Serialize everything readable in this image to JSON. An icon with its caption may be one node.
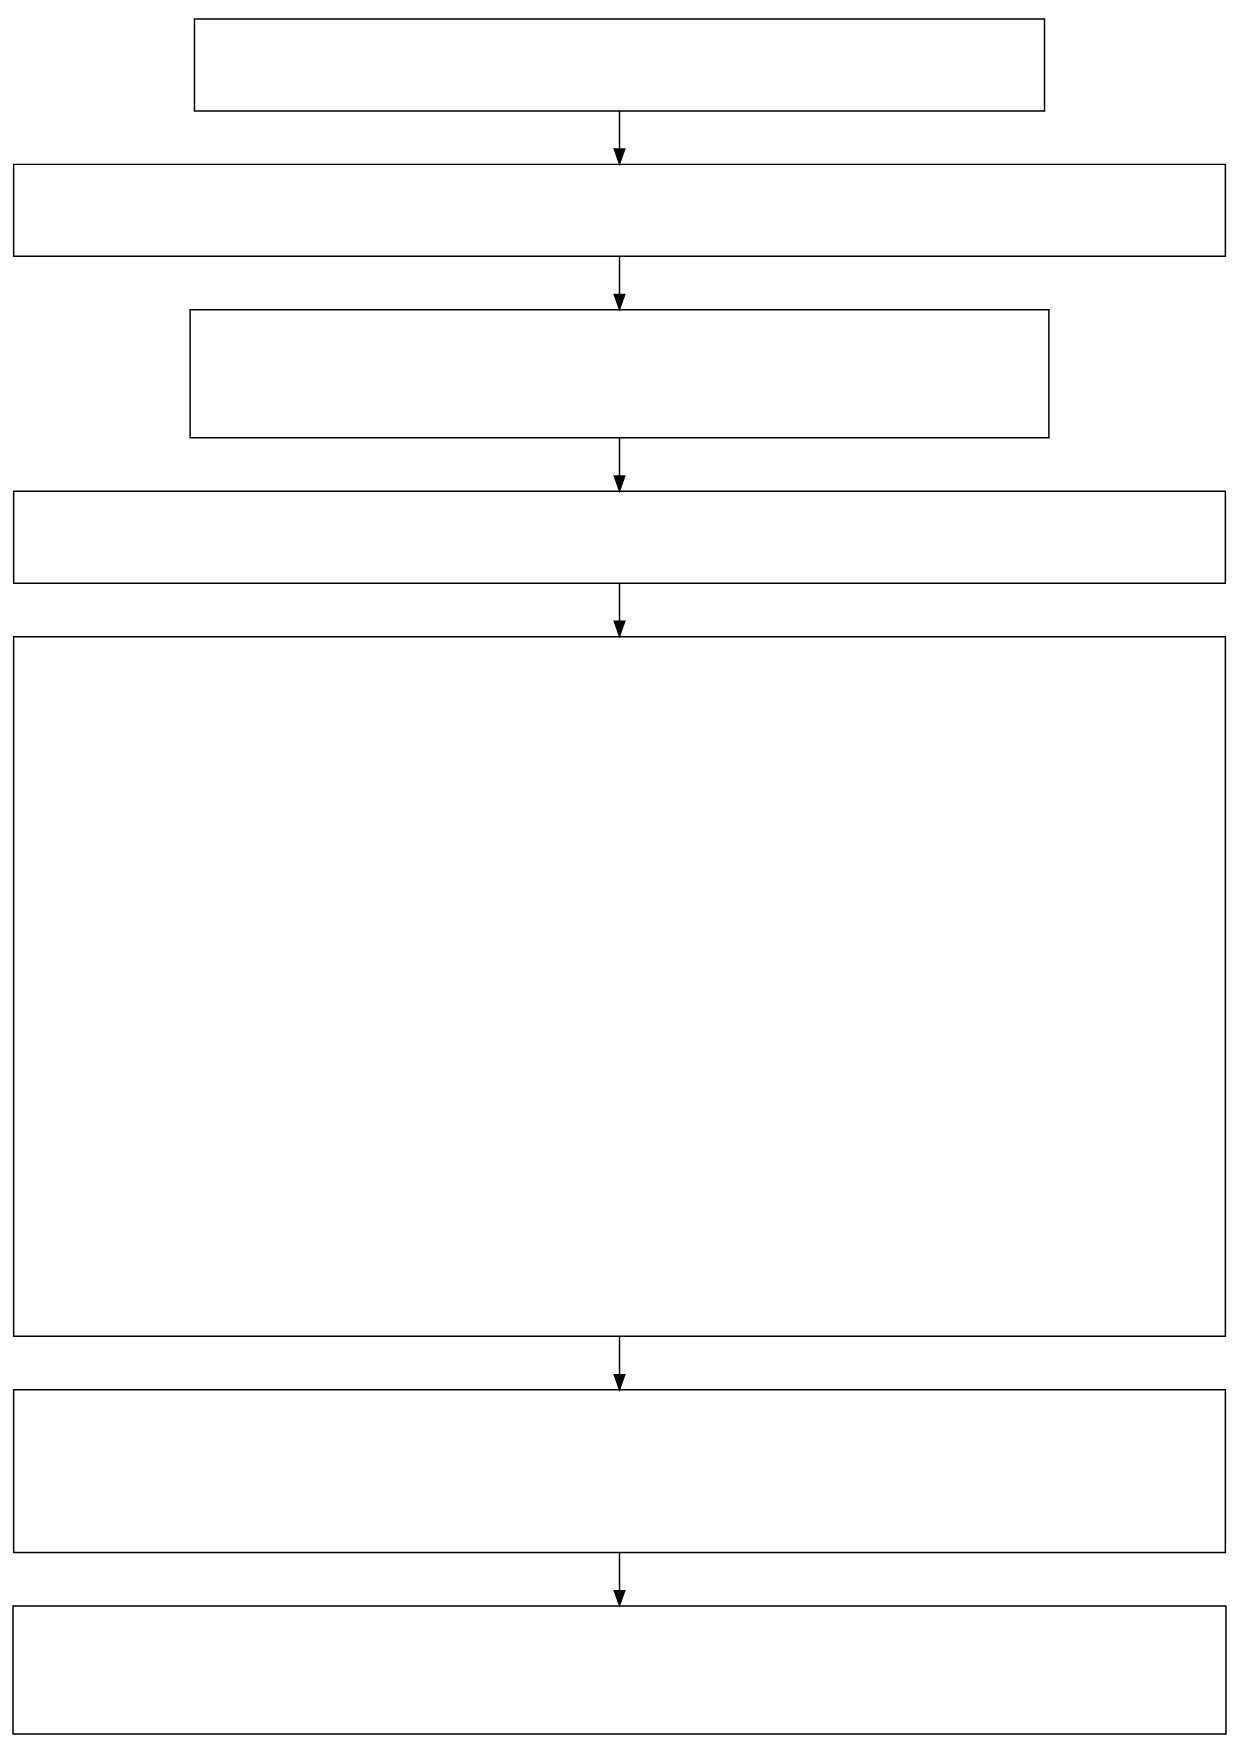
{
  "diagram": {
    "nodes": [
      {
        "text": [],
        "shape": "box"
      },
      {
        "text": [],
        "shape": "box"
      },
      {
        "text": [],
        "shape": "box"
      },
      {
        "text": [],
        "shape": "box"
      },
      {
        "text": [],
        "shape": "box"
      },
      {
        "text": [],
        "shape": "box"
      },
      {
        "text": [],
        "shape": "box"
      }
    ],
    "edges": [
      {
        "from": 0,
        "to": 1,
        "arrow": "to"
      },
      {
        "from": 1,
        "to": 2,
        "arrow": "to"
      },
      {
        "from": 2,
        "to": 3,
        "arrow": "to"
      },
      {
        "from": 3,
        "to": 4,
        "arrow": "to"
      },
      {
        "from": 4,
        "to": 5,
        "arrow": "to"
      },
      {
        "from": 5,
        "to": 6,
        "arrow": "to"
      }
    ]
  }
}
